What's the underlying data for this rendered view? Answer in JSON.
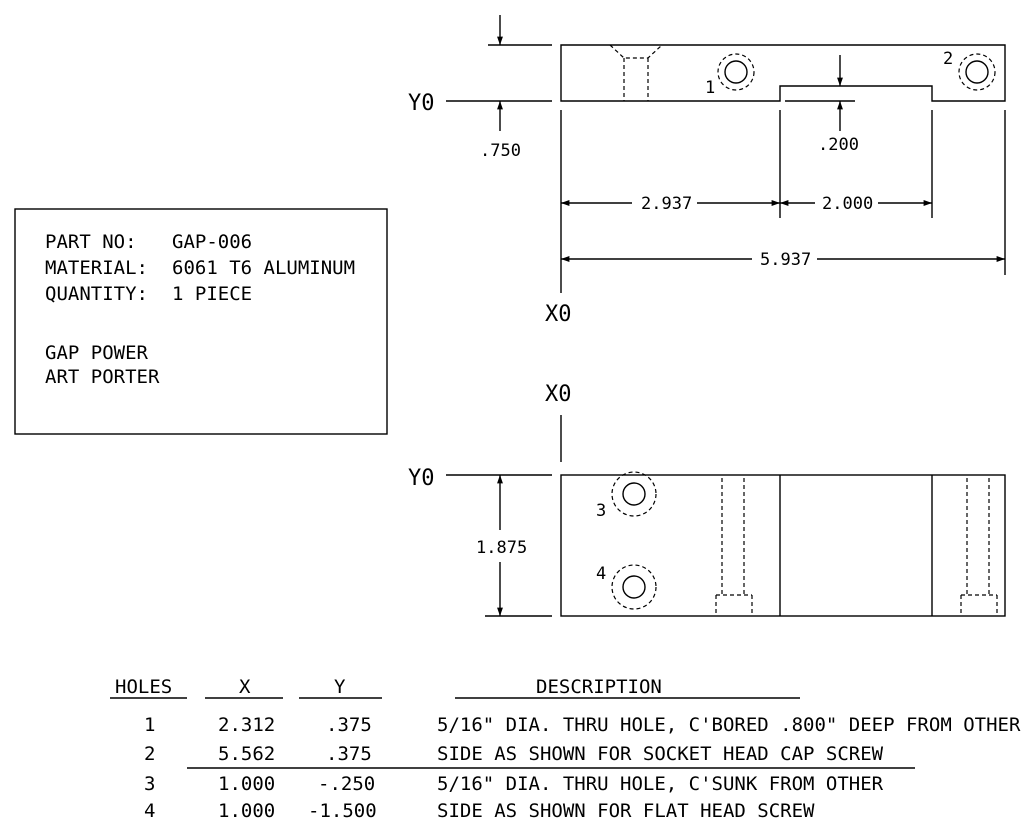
{
  "title_block": {
    "part_no_label": "PART NO:",
    "part_no": "GAP-006",
    "material_label": "MATERIAL:",
    "material": "6061 T6 ALUMINUM",
    "quantity_label": "QUANTITY:",
    "quantity": "1 PIECE",
    "company": "GAP POWER",
    "author": "ART PORTER"
  },
  "front_view": {
    "y0_label": "Y0",
    "x0_label": "X0",
    "dim_750": ".750",
    "dim_200": ".200",
    "dim_2937": "2.937",
    "dim_2000": "2.000",
    "dim_5937": "5.937",
    "hole1_label": "1",
    "hole2_label": "2"
  },
  "top_view": {
    "x0_label": "X0",
    "y0_label": "Y0",
    "dim_1875": "1.875",
    "hole3_label": "3",
    "hole4_label": "4"
  },
  "hole_table": {
    "headers": {
      "holes": "HOLES",
      "x": "X",
      "y": "Y",
      "description": "DESCRIPTION"
    },
    "rows": [
      {
        "hole": "1",
        "x": "2.312",
        "y": ".375",
        "description": "5/16\" DIA. THRU HOLE, C'BORED .800\" DEEP FROM OTHER"
      },
      {
        "hole": "2",
        "x": "5.562",
        "y": ".375",
        "description": "SIDE AS SHOWN FOR SOCKET HEAD CAP SCREW"
      },
      {
        "hole": "3",
        "x": "1.000",
        "y": "-.250",
        "description": "5/16\" DIA. THRU HOLE, C'SUNK FROM OTHER"
      },
      {
        "hole": "4",
        "x": "1.000",
        "y": "-1.500",
        "description": "SIDE AS SHOWN FOR FLAT HEAD SCREW"
      }
    ]
  }
}
